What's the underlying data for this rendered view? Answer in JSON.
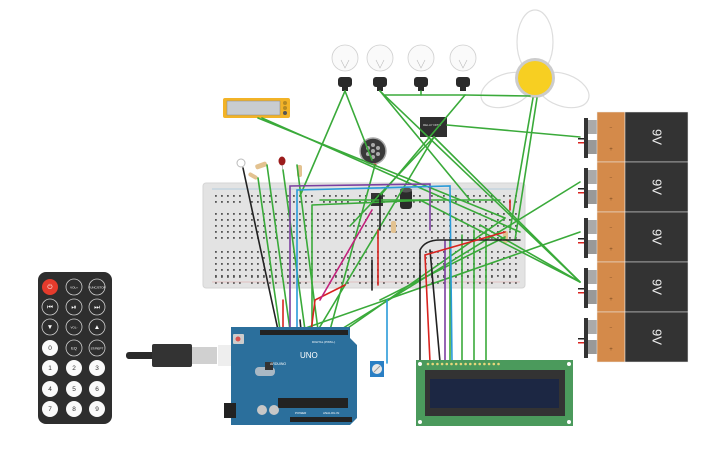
{
  "title": "Arduino circuit simulation",
  "remote": {
    "buttons": [
      {
        "label": "⏻",
        "name": "power",
        "color": "#e53b2c"
      },
      {
        "label": "VOL+",
        "name": "vol-up"
      },
      {
        "label": "FUNC/STOP",
        "name": "func-stop"
      },
      {
        "label": "⏮",
        "name": "prev"
      },
      {
        "label": "⏯",
        "name": "play-pause"
      },
      {
        "label": "⏭",
        "name": "next"
      },
      {
        "label": "▼",
        "name": "down"
      },
      {
        "label": "VOL-",
        "name": "vol-down"
      },
      {
        "label": "▲",
        "name": "up"
      },
      {
        "label": "0",
        "name": "digit-0"
      },
      {
        "label": "EQ",
        "name": "eq"
      },
      {
        "label": "ST/REPT",
        "name": "st-rept"
      },
      {
        "label": "1",
        "name": "digit-1"
      },
      {
        "label": "2",
        "name": "digit-2"
      },
      {
        "label": "3",
        "name": "digit-3"
      },
      {
        "label": "4",
        "name": "digit-4"
      },
      {
        "label": "5",
        "name": "digit-5"
      },
      {
        "label": "6",
        "name": "digit-6"
      },
      {
        "label": "7",
        "name": "digit-7"
      },
      {
        "label": "8",
        "name": "digit-8"
      },
      {
        "label": "9",
        "name": "digit-9"
      }
    ]
  },
  "arduino": {
    "model": "UNO",
    "digital_label": "DIGITAL (PWM~)",
    "power_label": "POWER",
    "analog_label": "ANALOG IN",
    "brand": "ARDUINO",
    "color": "#2b6f9c"
  },
  "batteries": {
    "label": "9V",
    "count": 5,
    "minus": "−",
    "plus": "+"
  },
  "bulbs": {
    "count": 4
  },
  "fan": {
    "hub_color": "#f7cf22"
  },
  "relay": {
    "text": "RELAY DPDT"
  },
  "lcd": {
    "pcb_color": "#4b9a5c",
    "screen_color": "#1c2743"
  },
  "colors": {
    "wire_green": "#3aaa3a",
    "wire_red": "#d8231f",
    "wire_black": "#222222",
    "wire_purple": "#7b3fa0",
    "wire_blue": "#2a9ad8",
    "wire_magenta": "#c3237d",
    "breadboard": "#e4e4e4",
    "battery_body": "#333333",
    "battery_cap": "#d48a4a"
  }
}
